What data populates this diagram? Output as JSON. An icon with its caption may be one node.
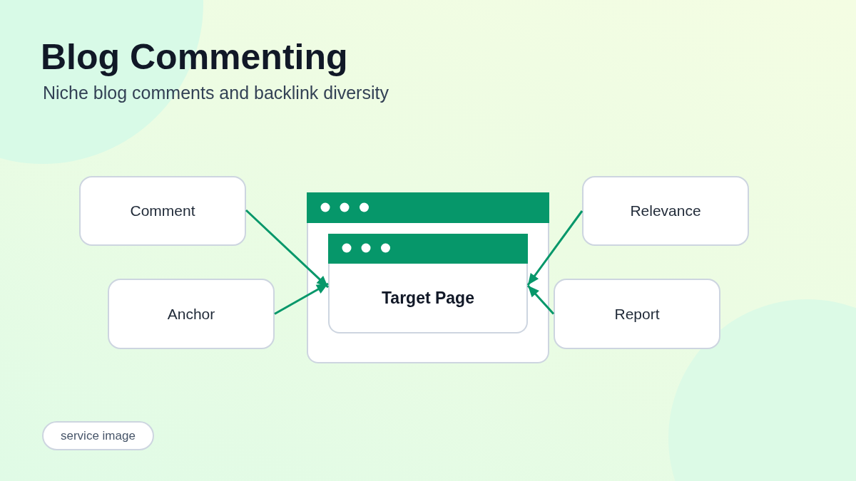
{
  "diagram": {
    "title": "Blog Commenting",
    "nodes": [
      {
        "text": [
          "Comment"
        ]
      },
      {
        "text": [],
        "shape": "box"
      },
      {
        "text": [
          "Target Page"
        ],
        "in": 1
      },
      {
        "text": [
          "Relevance"
        ]
      },
      {
        "text": [
          "Anchor"
        ]
      },
      {
        "text": [
          "Report"
        ]
      },
      {
        "text": [
          "service image"
        ]
      }
    ],
    "edges": [
      {
        "from": 0,
        "to": 2,
        "arrow": "to"
      },
      {
        "from": 4,
        "to": 2,
        "arrow": "to"
      },
      {
        "from": 3,
        "to": 2,
        "arrow": "to"
      },
      {
        "from": 5,
        "to": 2,
        "arrow": "to"
      }
    ],
    "labels": [
      "Niche blog comments and backlink diversity"
    ]
  }
}
